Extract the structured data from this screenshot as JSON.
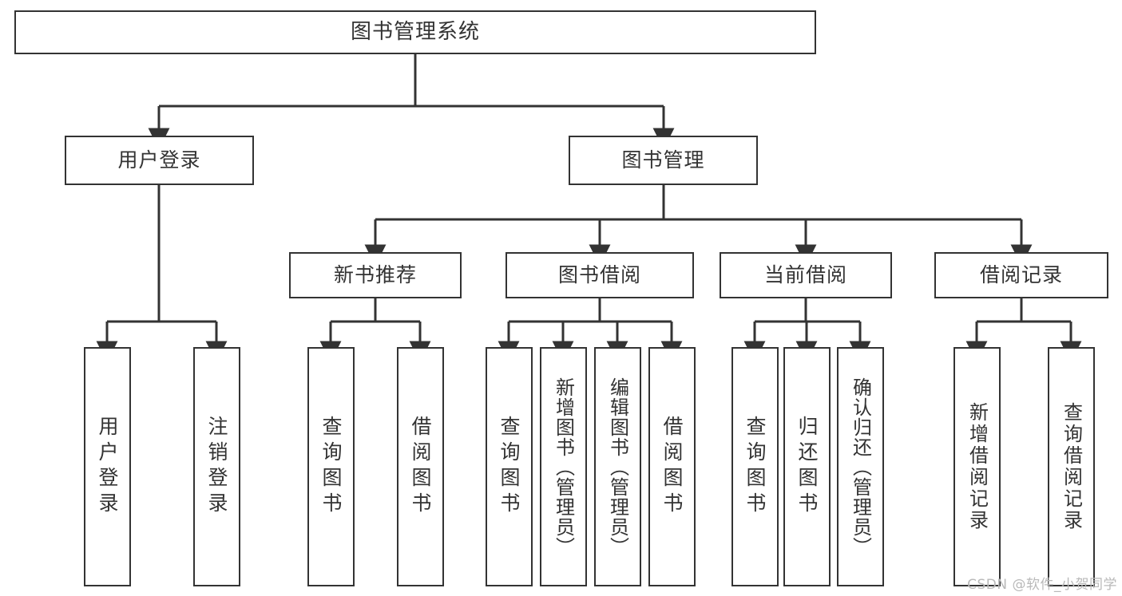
{
  "diagram": {
    "type": "tree",
    "title": "图书管理系统",
    "orientation": "top-down",
    "line_color": "#333333",
    "box_fill": "#ffffff",
    "text_color": "#333333"
  },
  "watermark": {
    "text": "CSDN @软件_小贺同学"
  },
  "nodes": {
    "root": {
      "label": "图书管理系统"
    },
    "level1": [
      {
        "label": "用户登录"
      },
      {
        "label": "图书管理"
      }
    ],
    "level2": [
      {
        "label": "新书推荐"
      },
      {
        "label": "图书借阅"
      },
      {
        "label": "当前借阅"
      },
      {
        "label": "借阅记录"
      }
    ],
    "leaves": {
      "user_login": [
        {
          "label": "用户登录"
        },
        {
          "label": "注销登录"
        }
      ],
      "new_book_recommend": [
        {
          "label": "查询图书"
        },
        {
          "label": "借阅图书"
        }
      ],
      "book_borrow": [
        {
          "label": "查询图书"
        },
        {
          "label": "新增图书（管理员）"
        },
        {
          "label": "编辑图书（管理员）"
        },
        {
          "label": "借阅图书"
        }
      ],
      "current_borrow": [
        {
          "label": "查询图书"
        },
        {
          "label": "归还图书"
        },
        {
          "label": "确认归还（管理员）"
        }
      ],
      "borrow_record": [
        {
          "label": "新增借阅记录"
        },
        {
          "label": "查询借阅记录"
        }
      ]
    }
  }
}
